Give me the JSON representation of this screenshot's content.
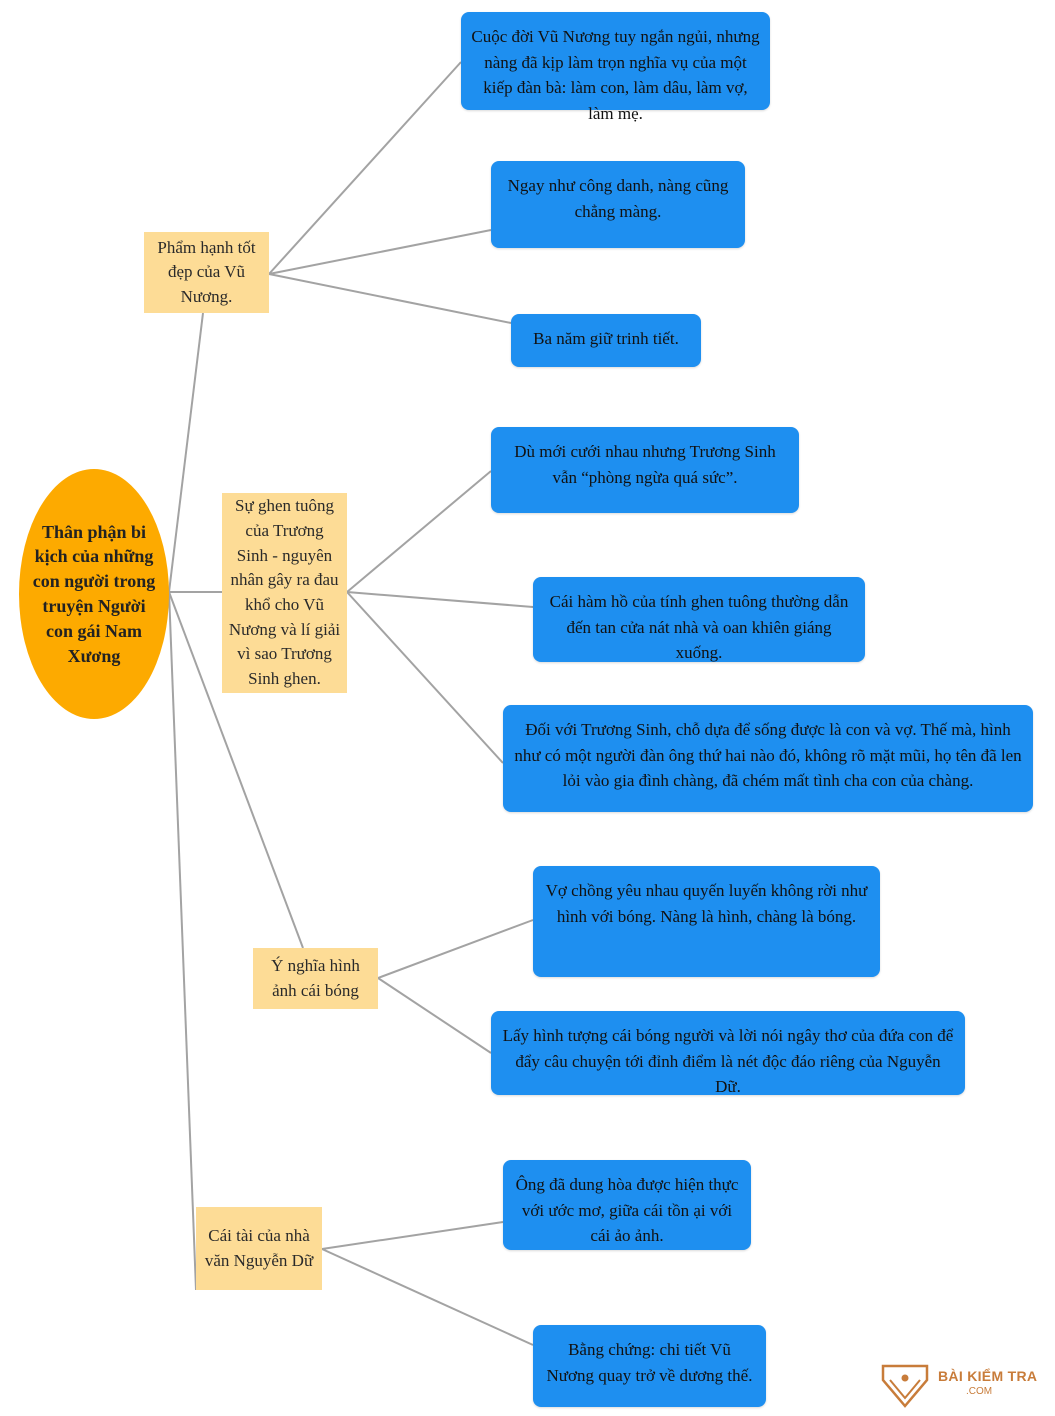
{
  "root": {
    "text": "Thân phận bi kịch của những con người trong truyện Người con gái Nam Xương"
  },
  "branches": [
    {
      "text": "Phẩm hạnh tốt đẹp của Vũ Nương.",
      "children": [
        "Cuộc đời Vũ Nương tuy ngắn ngủi, nhưng nàng đã kịp làm trọn nghĩa vụ của một kiếp đàn bà: làm con, làm dâu, làm vợ, làm mẹ.",
        "Ngay như công danh, nàng cũng chẳng màng.",
        "Ba năm giữ trinh tiết."
      ]
    },
    {
      "text": "Sự ghen tuông của Trương Sinh - nguyên nhân gây ra đau khổ cho Vũ Nương và lí giải vì sao Trương Sinh ghen.",
      "children": [
        "Dù mới cưới nhau nhưng Trương Sinh vẫn “phòng ngừa quá sức”.",
        "Cái hàm hồ của tính ghen tuông thường dẫn đến tan cửa nát nhà và oan khiên giáng xuống.",
        "Đối với Trương Sinh, chỗ dựa để sống được là con và vợ. Thế mà, hình như có một người đàn ông thứ hai nào đó, không rõ mặt mũi, họ tên đã len lỏi vào gia đình chàng, đã chém mất tình cha con của chàng."
      ]
    },
    {
      "text": "Ý nghĩa hình ảnh cái bóng",
      "children": [
        "Vợ chồng yêu nhau quyến luyến không rời như hình với bóng. Nàng là hình, chàng là bóng.",
        "Lấy hình tượng cái bóng người và lời nói ngây thơ của đứa con để đẩy câu chuyện tới đỉnh điểm là nét độc đáo riêng của Nguyễn Dữ."
      ]
    },
    {
      "text": "Cái tài của nhà văn Nguyễn Dữ",
      "children": [
        "Ông đã dung hòa được hiện thực với ước mơ, giữa cái tồn ại với cái ảo ảnh.",
        "Bằng chứng: chi tiết Vũ Nương quay trở về dương thế."
      ]
    }
  ],
  "watermark": {
    "title": "BÀI KIỂM TRA",
    "sub": ".COM"
  },
  "colors": {
    "root": "#fdaa00",
    "branch": "#fddc96",
    "leaf": "#1e8ff0",
    "line": "#a3a3a3"
  }
}
